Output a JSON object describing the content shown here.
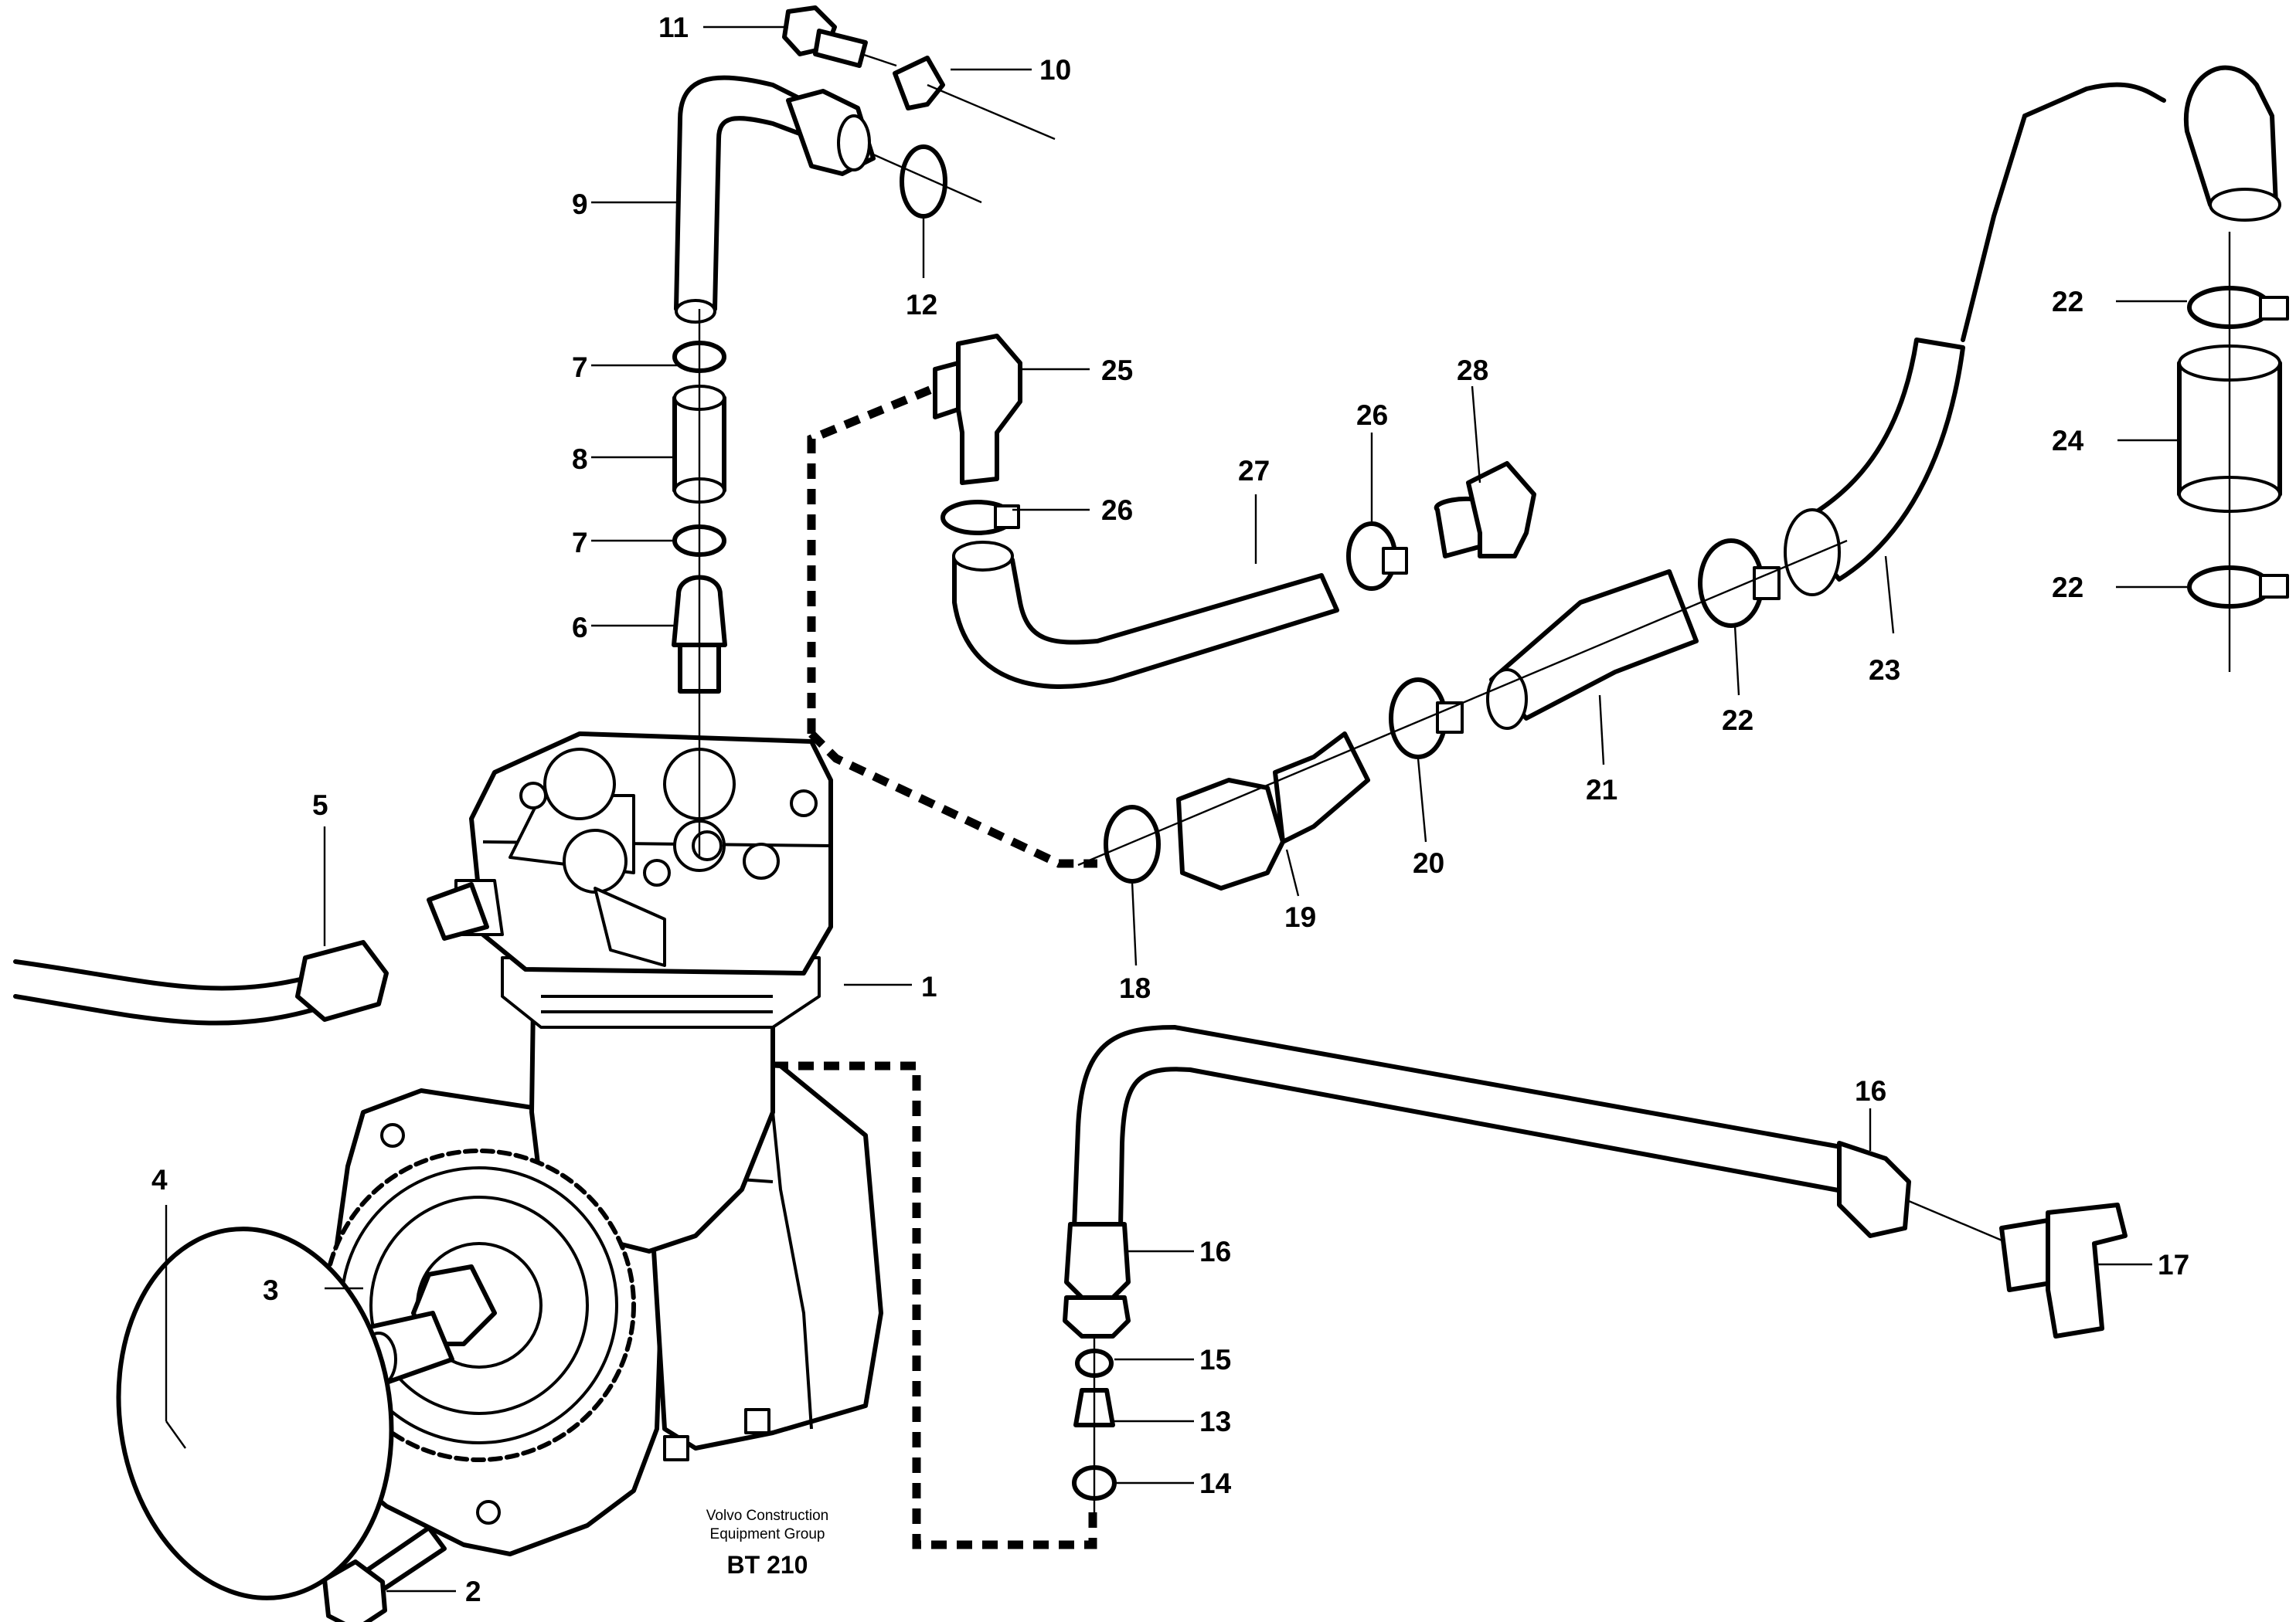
{
  "callouts": [
    "1",
    "2",
    "3",
    "4",
    "5",
    "6",
    "7",
    "7",
    "8",
    "9",
    "10",
    "11",
    "12",
    "13",
    "14",
    "15",
    "16",
    "16",
    "17",
    "18",
    "19",
    "20",
    "21",
    "22",
    "22",
    "22",
    "23",
    "24",
    "25",
    "26",
    "26",
    "27",
    "28"
  ],
  "caption": {
    "line1": "Volvo Construction",
    "line2": "Equipment Group",
    "code": "BT 210"
  }
}
